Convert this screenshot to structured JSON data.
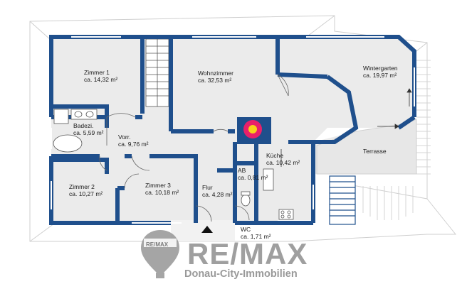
{
  "rooms": {
    "zimmer1": {
      "name": "Zimmer 1",
      "area": "ca. 14,32 m²"
    },
    "wohnzimmer": {
      "name": "Wohnzimmer",
      "area": "ca. 32,53 m²"
    },
    "wintergarten": {
      "name": "Wintergarten",
      "area": "ca. 19,97 m²"
    },
    "badezi": {
      "name": "Badezi.",
      "area": "ca. 5,59 m²"
    },
    "vorr": {
      "name": "Vorr.",
      "area": "ca. 9,76 m²"
    },
    "kueche": {
      "name": "Küche",
      "area": "ca. 10,42 m²"
    },
    "terrasse": {
      "name": "Terrasse",
      "area": ""
    },
    "ab": {
      "name": "AB",
      "area": "ca. 0,81 m²"
    },
    "zimmer2": {
      "name": "Zimmer 2",
      "area": "ca. 10,27 m²"
    },
    "zimmer3": {
      "name": "Zimmer 3",
      "area": "ca. 10,18 m²"
    },
    "flur": {
      "name": "Flur",
      "area": "ca. 4,28 m²"
    },
    "wc": {
      "name": "WC",
      "area": "ca. 1,71 m²"
    }
  },
  "branding": {
    "logo_text": "RE/MAX",
    "balloon_text": "RE/MAX",
    "agency": "Donau-City-Immobilien"
  },
  "colors": {
    "wall": "#1f4f8c",
    "floor": "#ececec",
    "roof_outline": "#c8c8c8",
    "fireplace": "#e8206a",
    "brand_gray": "#8f8f8f"
  }
}
